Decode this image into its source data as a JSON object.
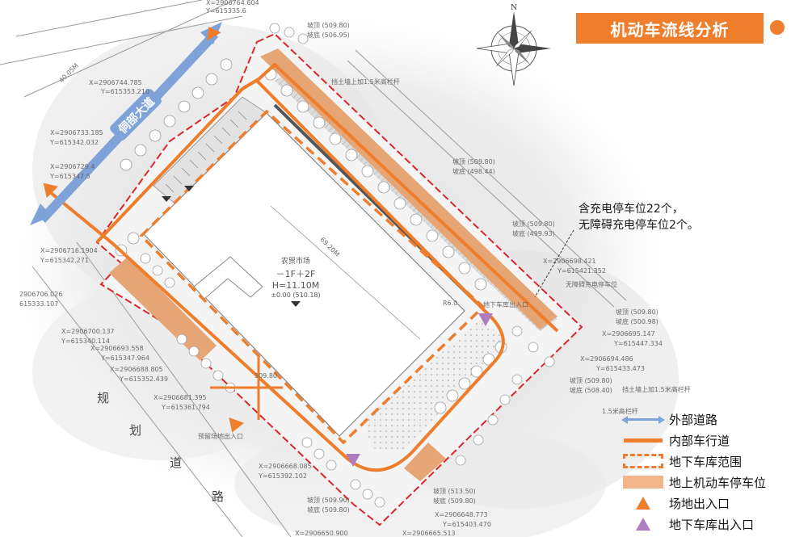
{
  "title": "机动车流线分析",
  "compass_letter": "N",
  "callout": {
    "line1": "含充电停车位22个，",
    "line2": "无障碍充电停车位2个。"
  },
  "external_road_name": "侗部大道",
  "planned_road_chars": [
    "规",
    "划",
    "道",
    "路"
  ],
  "building": {
    "name": "农贸市场",
    "floors": "－1F＋2F",
    "height": "H=11.10M",
    "elevation": "±0.00 (510.18)"
  },
  "annotations": {
    "dim_top_left": "40.05M",
    "dim_diagonal": "69.20M",
    "fence_top": "挡土墙上加1.5米高栏杆",
    "fence_right": "挡土墙上加1.5米高栏杆",
    "fence_right2": "1.5米高栏杆",
    "radius": "R6.0",
    "ramp_entry": "地下车库出入口",
    "barrier_free": "无障碍充电停车位",
    "site_exit_label": "预留场地出入口",
    "elev_309": "509.80",
    "coord_tl1": "X=2906764.604",
    "coord_tl2": "Y=615335.6",
    "coord_l1": "X=2906744.785",
    "coord_l2": "Y=615353.210",
    "coord_l3": "X=2906733.185",
    "coord_l4": "Y=615342.032",
    "coord_l5": "X=2906729.4",
    "coord_l6": "Y=615347.5",
    "coord_l7": "X=2906716.1904",
    "coord_l8": "Y=615342.271",
    "coord_l9": "2906706.026",
    "coord_l10": "615333.107",
    "coord_b1": "X=2906700.137",
    "coord_b2": "Y=615340.114",
    "coord_b3": "X=2906693.558",
    "coord_b4": "Y=615347.964",
    "coord_b5": "X=2906688.805",
    "coord_b6": "Y=615352.439",
    "coord_b7": "X=2906681.395",
    "coord_b8": "Y=615361.794",
    "coord_b9": "X=2906668.085",
    "coord_b10": "Y=615392.102",
    "coord_b11": "X=2906648.773",
    "coord_b12": "Y=615403.470",
    "coord_b13": "X=2906650.900",
    "coord_b14": "X=2906665.513",
    "coord_r1": "X=2906698.421",
    "coord_r2": "Y=615421.352",
    "coord_r3": "X=2906695.147",
    "coord_r4": "Y=615447.334",
    "coord_r5": "X=2906694.486",
    "coord_r6": "Y=615433.473",
    "elev_list": [
      "坡顶 (509.80)",
      "坡底 (506.95)",
      "坡顶 (509.80)",
      "坡底 (498.44)",
      "坡顶 (509.80)",
      "坡底 (499.93)",
      "坡顶 (509.80)",
      "坡底 (500.98)",
      "坡顶 (509.80)",
      "坡底 (508.40)",
      "坡顶 (513.50)",
      "坡底 (509.80)",
      "坡顶 (509.90)",
      "坡底 (509.80)"
    ]
  },
  "legend": [
    {
      "key": "external-road",
      "label": "外部道路"
    },
    {
      "key": "internal-road",
      "label": "内部车行道"
    },
    {
      "key": "underground-garage",
      "label": "地下车库范围"
    },
    {
      "key": "surface-parking",
      "label": "地上机动车停车位"
    },
    {
      "key": "site-entrance",
      "label": "场地出入口"
    },
    {
      "key": "garage-entrance",
      "label": "地下车库出入口"
    }
  ],
  "colors": {
    "accent_orange": "#ee7d2c",
    "parking_fill": "#e6a574",
    "external_road_blue": "#7fa3d8",
    "garage_entrance_purple": "#b07cc0",
    "site_boundary_red": "#d9262b"
  }
}
